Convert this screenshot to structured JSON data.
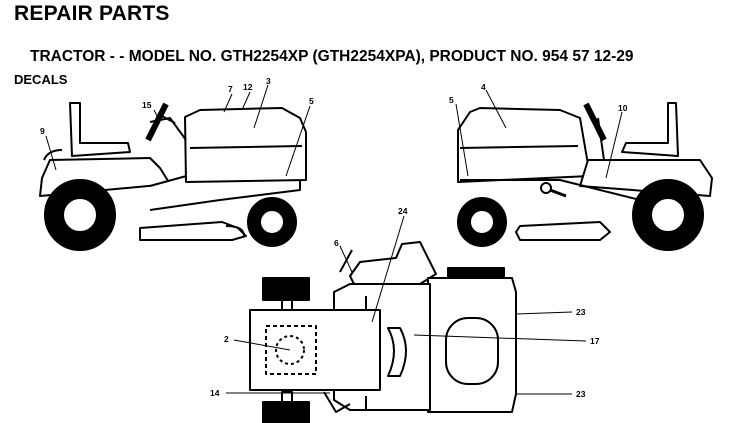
{
  "header": {
    "title": "REPAIR PARTS",
    "subtitle": "TRACTOR - - MODEL NO. GTH2254XP (GTH2254XPA), PRODUCT NO. 954 57 12-29",
    "section": "DECALS"
  },
  "callouts": {
    "left_tractor": [
      "15",
      "7",
      "12",
      "3",
      "5",
      "9"
    ],
    "right_tractor": [
      "4",
      "5",
      "10"
    ],
    "top_view": [
      "24",
      "6",
      "2",
      "14",
      "23",
      "17",
      "23"
    ]
  }
}
